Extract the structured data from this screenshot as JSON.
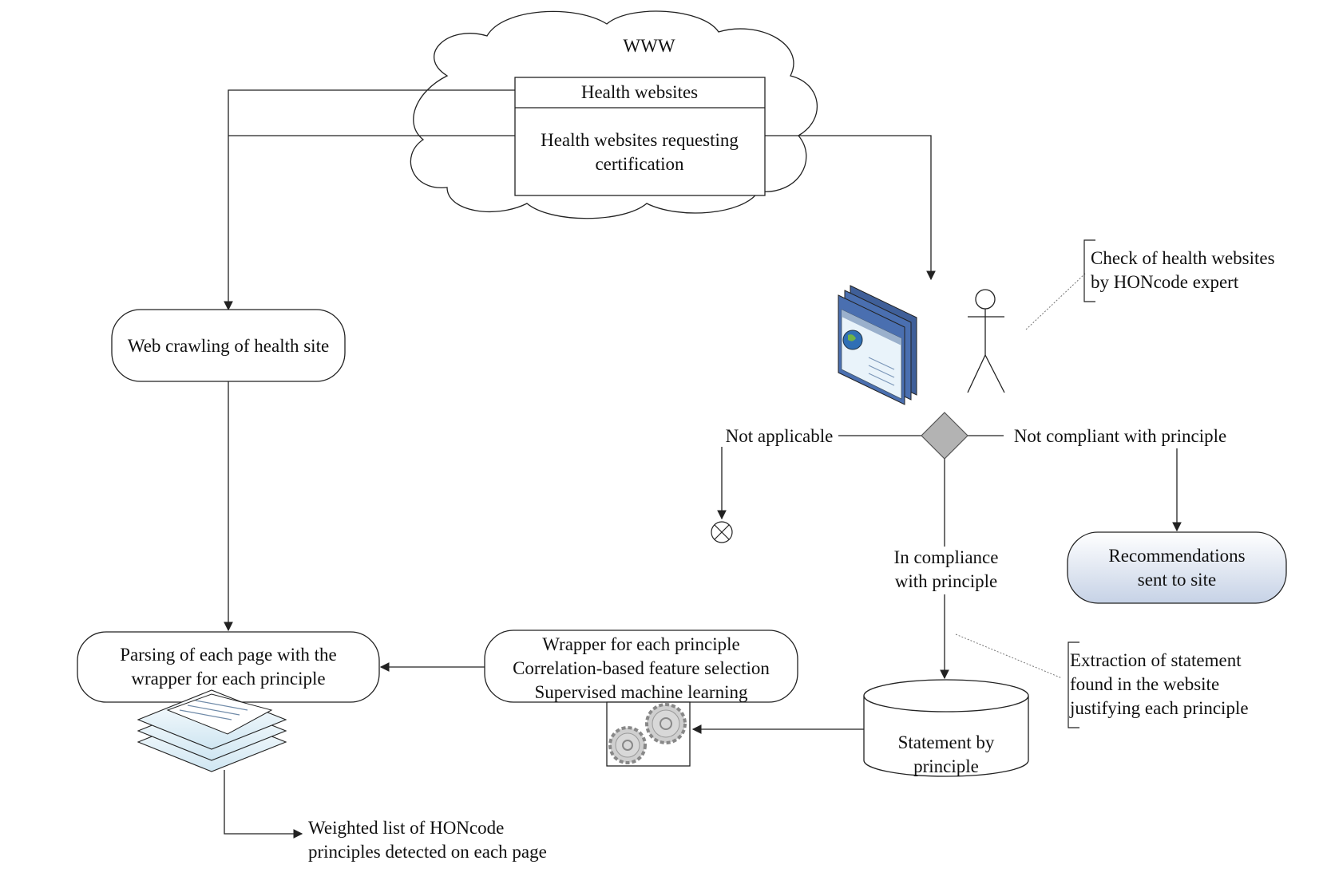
{
  "cloud": {
    "title": "WWW"
  },
  "sources": {
    "health_websites": "Health websites",
    "requesting_line1": "Health websites requesting",
    "requesting_line2": "certification"
  },
  "crawl": {
    "label": "Web crawling of health site"
  },
  "parsing": {
    "line1": "Parsing of each page with the",
    "line2": "wrapper for each principle"
  },
  "output": {
    "line1": "Weighted list of HONcode",
    "line2": "principles detected on each page"
  },
  "wrapper": {
    "line1": "Wrapper for each principle",
    "line2": "Correlation-based feature selection",
    "line3": "Supervised machine learning"
  },
  "expert_note": {
    "line1": "Check of health websites",
    "line2": "by HONcode expert"
  },
  "decision": {
    "not_applicable": "Not applicable",
    "not_compliant": "Not compliant with principle",
    "compliant_line1": "In compliance",
    "compliant_line2": "with principle"
  },
  "recommendations": {
    "line1": "Recommendations",
    "line2": "sent to site"
  },
  "statement_db": {
    "line1": "Statement by",
    "line2": "principle"
  },
  "extraction_note": {
    "line1": "Extraction of statement",
    "line2": "found in the website",
    "line3": "justifying each principle"
  },
  "colors": {
    "line": "#222222",
    "decision_fill": "#b3b3b3",
    "recommend_top": "#ffffff",
    "recommend_bottom": "#c6d2e6",
    "browser_blue": "#4a6fb0",
    "doc_blue": "#cfe6f2"
  }
}
